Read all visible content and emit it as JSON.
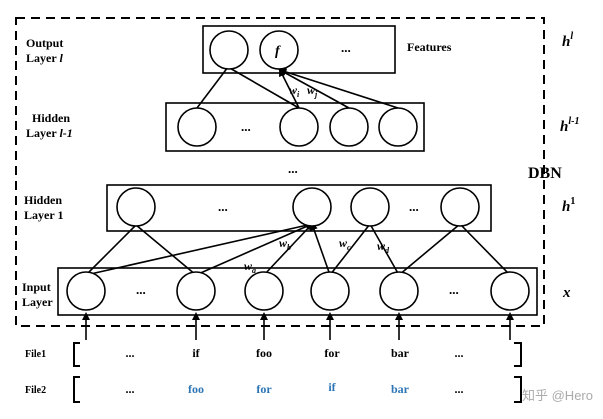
{
  "diagram": {
    "dbn_label": "DBN",
    "features_label": "Features",
    "layers": {
      "output": {
        "line1": "Output",
        "line2": "Layer",
        "index": "l",
        "h": "h",
        "sup": "l",
        "f_symbol": "f"
      },
      "hidden_top": {
        "line1": "Hidden",
        "line2": "Layer",
        "index": "l-1",
        "h": "h",
        "sup": "l-1"
      },
      "hidden_1": {
        "line1": "Hidden",
        "line2": "Layer 1",
        "h": "h",
        "sup": "1"
      },
      "input": {
        "line1": "Input",
        "line2": "Layer",
        "x": "x"
      }
    },
    "between_layers_dots": "...",
    "ellipsis": "...",
    "weights": {
      "wi": "w",
      "wi_sub": "i",
      "wj": "w",
      "wj_sub": "j",
      "wa": "w",
      "wa_sub": "a",
      "wb": "w",
      "wb_sub": "b",
      "wc": "w",
      "wc_sub": "c",
      "wd": "w",
      "wd_sub": "d"
    },
    "files": [
      {
        "label": "File1",
        "tokens": [
          "...",
          "if",
          "foo",
          "for",
          "bar",
          "..."
        ]
      },
      {
        "label": "File2",
        "tokens": [
          "...",
          "foo",
          "for",
          "if",
          "bar",
          "..."
        ]
      }
    ],
    "colors": {
      "file2_token": "#2e75b6",
      "line": "#000000"
    },
    "watermark": "知乎 @Hero"
  }
}
